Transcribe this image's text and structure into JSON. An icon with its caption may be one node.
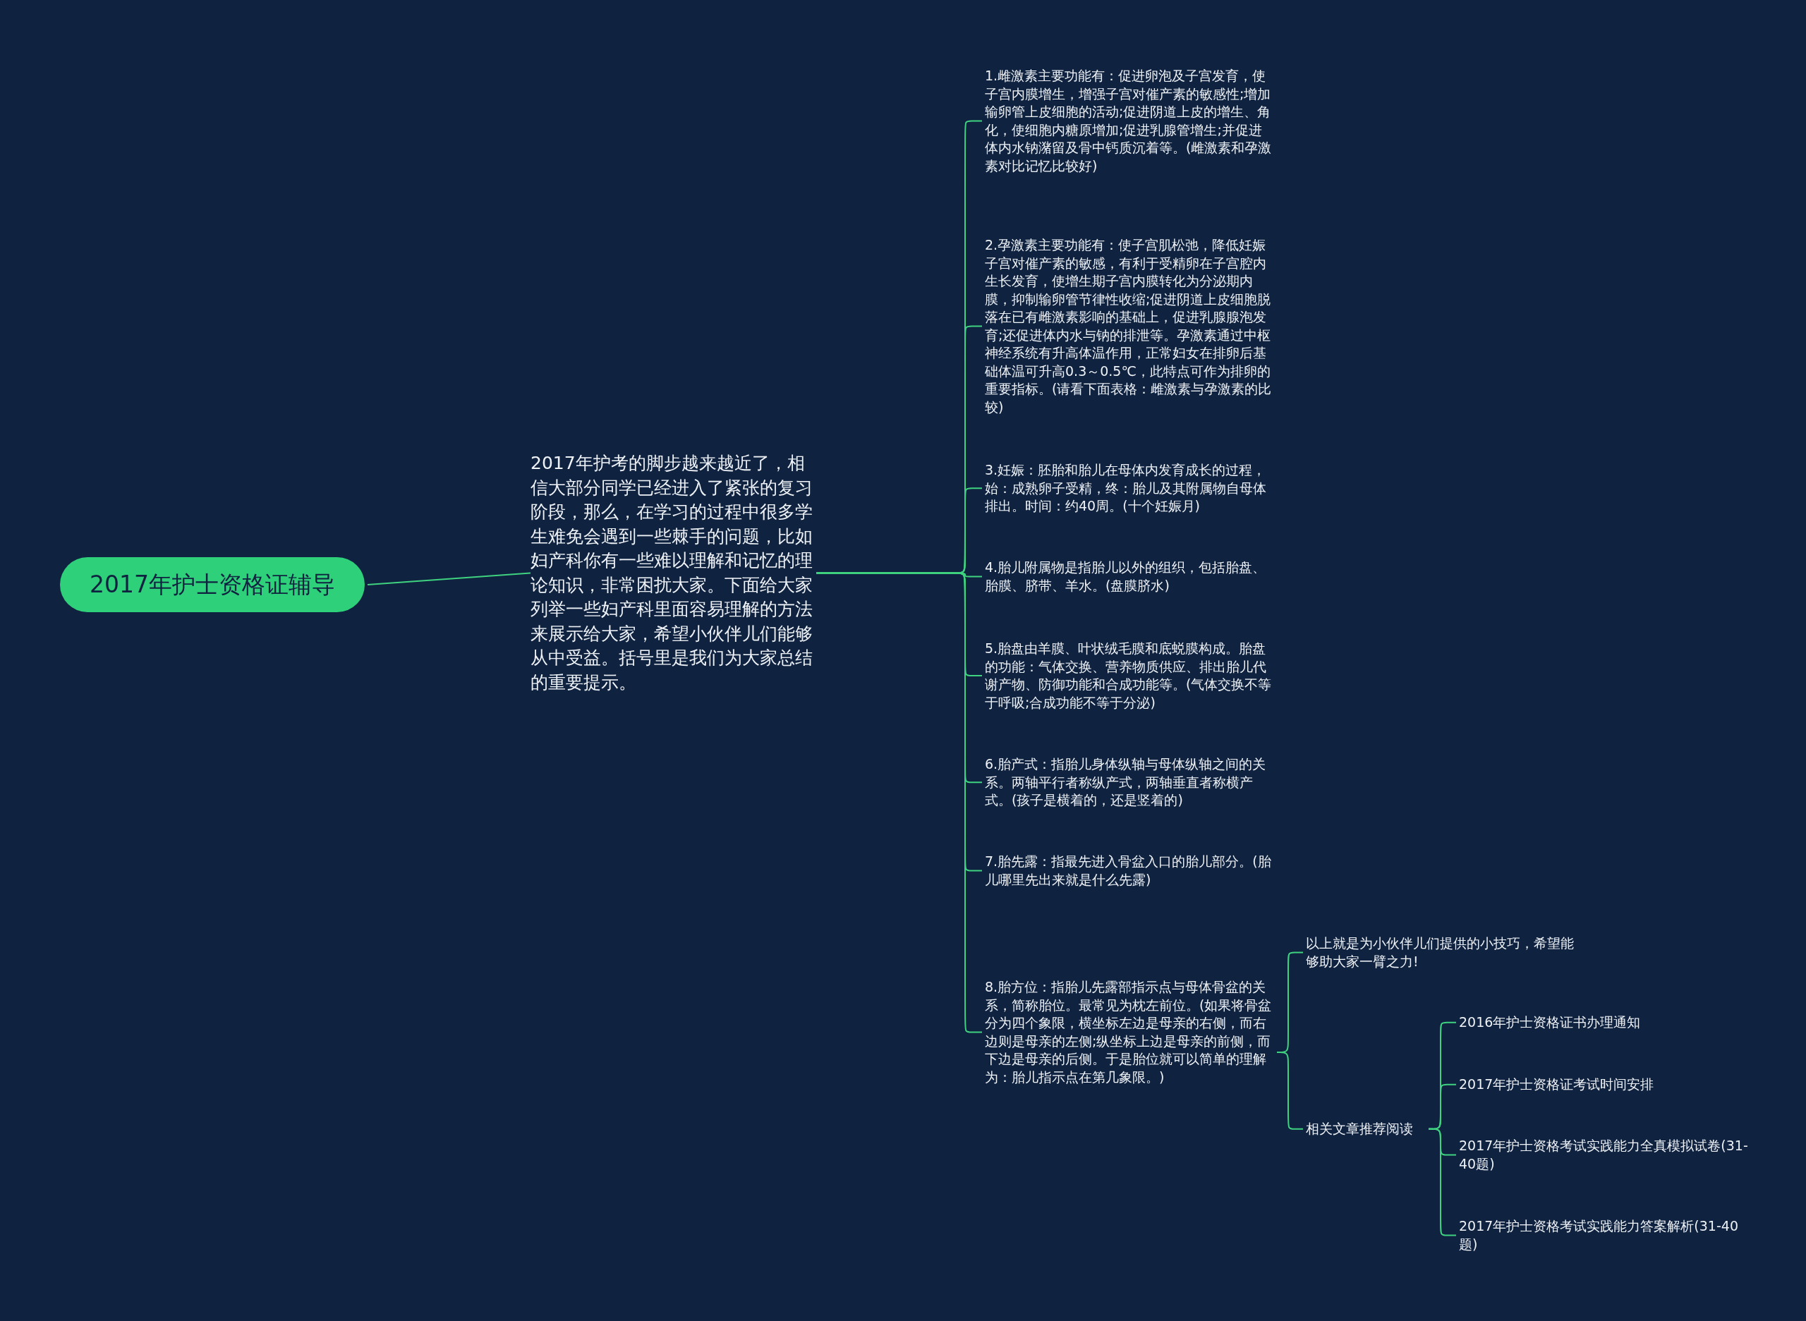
{
  "diagram": {
    "nodes": [
      {
        "text": [
          "2017年护士资格证辅导"
        ]
      },
      {
        "text": [
          "2017年护考的脚步越来越近了，相信大部分同学已经进入了紧张的复习阶段，那么，在学习的过程中很多学生难免会遇到一些棘手的问题，比如妇产科你有一些难以理解和记忆的理论知识，非常困扰大家。下面给大家列举一些妇产科里面容易理解的方法来展示给大家，希望小伙伴儿们能够从中受益。括号里是我们为大家总结的重要提示。"
        ]
      },
      {
        "text": [
          "1.雌激素主要功能有：促进卵泡及子宫发育，使子宫内膜增生，增强子宫对催产素的敏感性;增加输卵管上皮细胞的活动;促进阴道上皮的增生、角化，使细胞内糖原增加;促进乳腺管增生;并促进体内水钠潴留及骨中钙质沉着等。(雌激素和孕激素对比记忆比较好)"
        ]
      },
      {
        "text": [
          "2.孕激素主要功能有：使子宫肌松弛，降低妊娠子宫对催产素的敏感，有利于受精卵在子宫腔内生长发育，使增生期子宫内膜转化为分泌期内膜，抑制输卵管节律性收缩;促进阴道上皮细胞脱落在已有雌激素影响的基础上，促进乳腺腺泡发育;还促进体内水与钠的排泄等。孕激素通过中枢神经系统有升高体温作用，正常妇女在排卵后基础体温可升高0.3～0.5℃，此特点可作为排卵的重要指标。(请看下面表格：雌激素与孕激素的比较)"
        ]
      },
      {
        "text": [
          "3.妊娠：胚胎和胎儿在母体内发育成长的过程，始：成熟卵子受精，终：胎儿及其附属物自母体排出。时间：约40周。(十个妊娠月)"
        ]
      },
      {
        "text": [
          "4.胎儿附属物是指胎儿以外的组织，包括胎盘、胎膜、脐带、羊水。(盘膜脐水)"
        ]
      },
      {
        "text": [
          "5.胎盘由羊膜、叶状绒毛膜和底蜕膜构成。胎盘的功能：气体交换、营养物质供应、排出胎儿代谢产物、防御功能和合成功能等。(气体交换不等于呼吸;合成功能不等于分泌)"
        ]
      },
      {
        "text": [
          "6.胎产式：指胎儿身体纵轴与母体纵轴之间的关系。两轴平行者称纵产式，两轴垂直者称横产式。(孩子是横着的，还是竖着的)"
        ]
      },
      {
        "text": [
          "7.胎先露：指最先进入骨盆入口的胎儿部分。(胎儿哪里先出来就是什么先露)"
        ]
      },
      {
        "text": [
          "8.胎方位：指胎儿先露部指示点与母体骨盆的关系，简称胎位。最常见为枕左前位。(如果将骨盆分为四个象限，横坐标左边是母亲的右侧，而右边则是母亲的左侧;纵坐标上边是母亲的前侧，而下边是母亲的后侧。于是胎位就可以简单的理解为：胎儿指示点在第几象限。)"
        ]
      },
      {
        "text": [
          "以上就是为小伙伴儿们提供的小技巧，希望能够助大家一臂之力!"
        ]
      },
      {
        "text": [
          "相关文章推荐阅读"
        ]
      },
      {
        "text": [
          "2016年护士资格证书办理通知"
        ]
      },
      {
        "text": [
          "2017年护士资格证考试时间安排"
        ]
      },
      {
        "text": [
          "2017年护士资格考试实践能力全真模拟试卷(31-40题)"
        ]
      },
      {
        "text": [
          "2017年护士资格考试实践能力答案解析(31-40题)"
        ]
      }
    ],
    "edges": [
      {
        "from": 0,
        "to": 1,
        "arrow": "none"
      },
      {
        "from": 1,
        "to": 2,
        "arrow": "none"
      },
      {
        "from": 1,
        "to": 3,
        "arrow": "none"
      },
      {
        "from": 1,
        "to": 4,
        "arrow": "none"
      },
      {
        "from": 1,
        "to": 5,
        "arrow": "none"
      },
      {
        "from": 1,
        "to": 6,
        "arrow": "none"
      },
      {
        "from": 1,
        "to": 7,
        "arrow": "none"
      },
      {
        "from": 1,
        "to": 8,
        "arrow": "none"
      },
      {
        "from": 1,
        "to": 9,
        "arrow": "none"
      },
      {
        "from": 9,
        "to": 10,
        "arrow": "none"
      },
      {
        "from": 9,
        "to": 11,
        "arrow": "none"
      },
      {
        "from": 11,
        "to": 12,
        "arrow": "none"
      },
      {
        "from": 11,
        "to": 13,
        "arrow": "none"
      },
      {
        "from": 11,
        "to": 14,
        "arrow": "none"
      },
      {
        "from": 11,
        "to": 15,
        "arrow": "none"
      }
    ]
  }
}
